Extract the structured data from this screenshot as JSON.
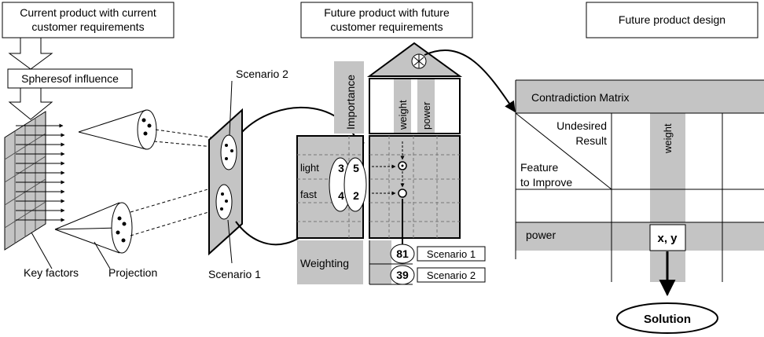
{
  "titles": {
    "current": [
      "Current product with current",
      "customer requirements"
    ],
    "future": [
      "Future product with future",
      "customer requirements"
    ],
    "design": "Future product design"
  },
  "left": {
    "spheres": "Spheresof influence",
    "key_factors": "Key factors",
    "projection": "Projection"
  },
  "scenarios": {
    "s2": "Scenario 2",
    "s1": "Scenario 1"
  },
  "house": {
    "importance": "Importance",
    "weight": "weight",
    "power": "power",
    "light": "light",
    "fast": "fast",
    "v_light_1": "3",
    "v_light_2": "5",
    "v_fast_1": "4",
    "v_fast_2": "2",
    "weighting": "Weighting",
    "score1": "81",
    "score2": "39",
    "score1_label": "Scenario 1",
    "score2_label": "Scenario 2"
  },
  "matrix": {
    "title": "Contradiction Matrix",
    "undesired": [
      "Undesired",
      "Result"
    ],
    "feature": [
      "Feature",
      "to Improve"
    ],
    "col_weight": "weight",
    "row_power": "power",
    "cell": "x, y",
    "solution": "Solution"
  },
  "colors": {
    "shade": "#c4c4c4",
    "grid": "#707070",
    "line": "#000000"
  }
}
